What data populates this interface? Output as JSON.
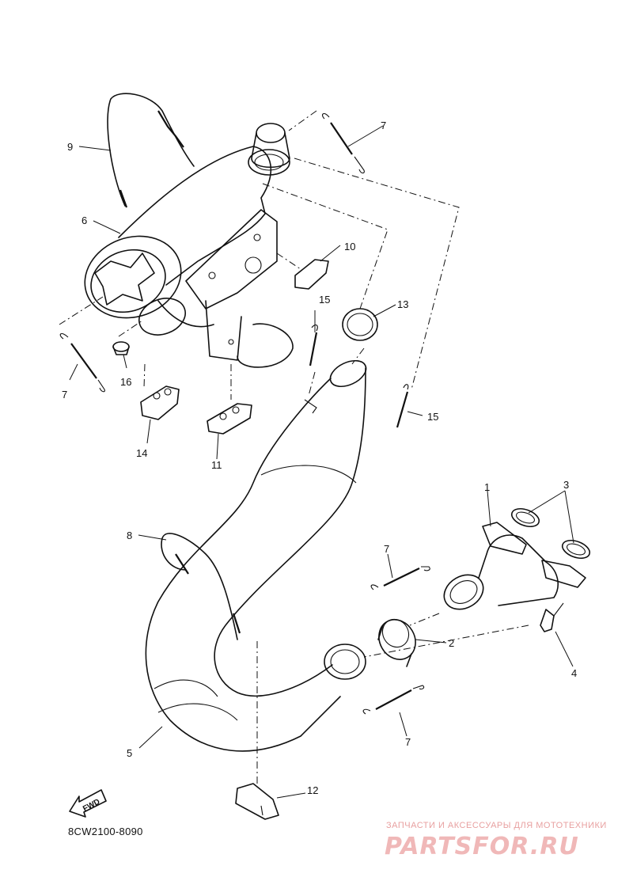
{
  "diagram": {
    "code": "8CW2100-8090",
    "fwd_label": "FWD",
    "callouts": {
      "c1": "1",
      "c2": "2",
      "c3": "3",
      "c4": "4",
      "c5": "5",
      "c6": "6",
      "c7a": "7",
      "c7b": "7",
      "c7c": "7",
      "c7d": "7",
      "c8": "8",
      "c9": "9",
      "c10": "10",
      "c11": "11",
      "c12": "12",
      "c13": "13",
      "c14": "14",
      "c15a": "15",
      "c15b": "15",
      "c16": "16"
    }
  },
  "watermark": {
    "tagline": "ЗАПЧАСТИ И АКСЕССУАРЫ ДЛЯ МОТОТЕХНИКИ",
    "logo_text": "PARTSFOR.RU"
  }
}
